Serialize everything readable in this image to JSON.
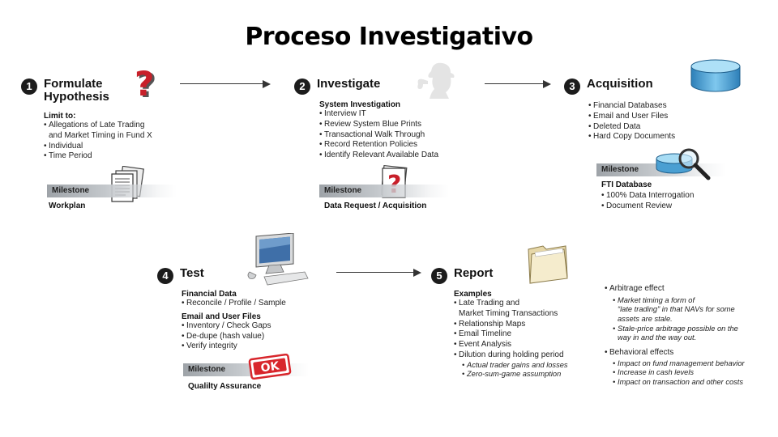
{
  "title": "Proceso Investigativo",
  "steps": {
    "s1": {
      "number": "1",
      "title_line1": "Formulate",
      "title_line2": "Hypothesis",
      "subheading": "Limit to:",
      "items": [
        "Allegations of Late Trading",
        "Individual",
        "Time Period"
      ],
      "item_continuation": "and Market Timing in Fund X",
      "milestone_label": "Milestone",
      "milestone_text": "Workplan"
    },
    "s2": {
      "number": "2",
      "title": "Investigate",
      "subheading": "System Investigation",
      "items": [
        "Interview IT",
        "Review System Blue Prints",
        "Transactional Walk Through",
        "Record Retention Policies",
        "Identify Relevant Available Data"
      ],
      "milestone_label": "Milestone",
      "milestone_text": "Data Request / Acquisition"
    },
    "s3": {
      "number": "3",
      "title": "Acquisition",
      "items": [
        "Financial Databases",
        "Email and User Files",
        "Deleted Data",
        "Hard Copy Documents"
      ],
      "milestone_label": "Milestone",
      "milestone_heading": "FTI Database",
      "milestone_items": [
        "100% Data Interrogation",
        "Document Review"
      ]
    },
    "s4": {
      "number": "4",
      "title": "Test",
      "subheading1": "Financial Data",
      "items1": [
        "Reconcile / Profile / Sample"
      ],
      "subheading2": "Email and User Files",
      "items2": [
        "Inventory / Check Gaps",
        "De-dupe (hash value)",
        "Verify integrity"
      ],
      "milestone_label": "Milestone",
      "milestone_text": "Qualilty Assurance",
      "stamp_text": "OK"
    },
    "s5": {
      "number": "5",
      "title": "Report",
      "subheading": "Examples",
      "item1_line1": "Late Trading and",
      "item1_line2": "Market Timing Transactions",
      "items": [
        "Relationship Maps",
        "Email Timeline",
        "Event Analysis",
        "Dilution during holding period"
      ],
      "sub_items": [
        "Actual trader gains and losses",
        "Zero-sum-game assumption"
      ],
      "effects": [
        {
          "heading": "Arbitrage effect",
          "items": [
            {
              "l1": "Market timing a form of",
              "l2": "“late trading” in that NAVs for some",
              "l3": "assets are stale."
            },
            {
              "l1": "Stale-price arbitrage possible on the",
              "l2": "way in and the way out.",
              "l3": ""
            }
          ]
        },
        {
          "heading": "Behavioral effects",
          "items": [
            {
              "l1": "Impact on fund management behavior",
              "l2": "",
              "l3": ""
            },
            {
              "l1": "Increase in cash levels",
              "l2": "",
              "l3": ""
            },
            {
              "l1": "Impact on transaction and other costs",
              "l2": "",
              "l3": ""
            }
          ]
        }
      ]
    }
  },
  "icons": {
    "question": "question-mark-icon",
    "detective": "detective-silhouette-icon",
    "database": "database-cylinder-icon",
    "documents": "documents-stack-icon",
    "magnifier": "magnifier-database-icon",
    "computer": "computer-icon",
    "folder": "folder-icon",
    "ok_stamp": "ok-stamp-icon"
  },
  "colors": {
    "question_red": "#c8202a",
    "database_blue": "#4aa3d6",
    "stamp_red": "#d8262c",
    "folder_beige": "#f3e7c3"
  }
}
